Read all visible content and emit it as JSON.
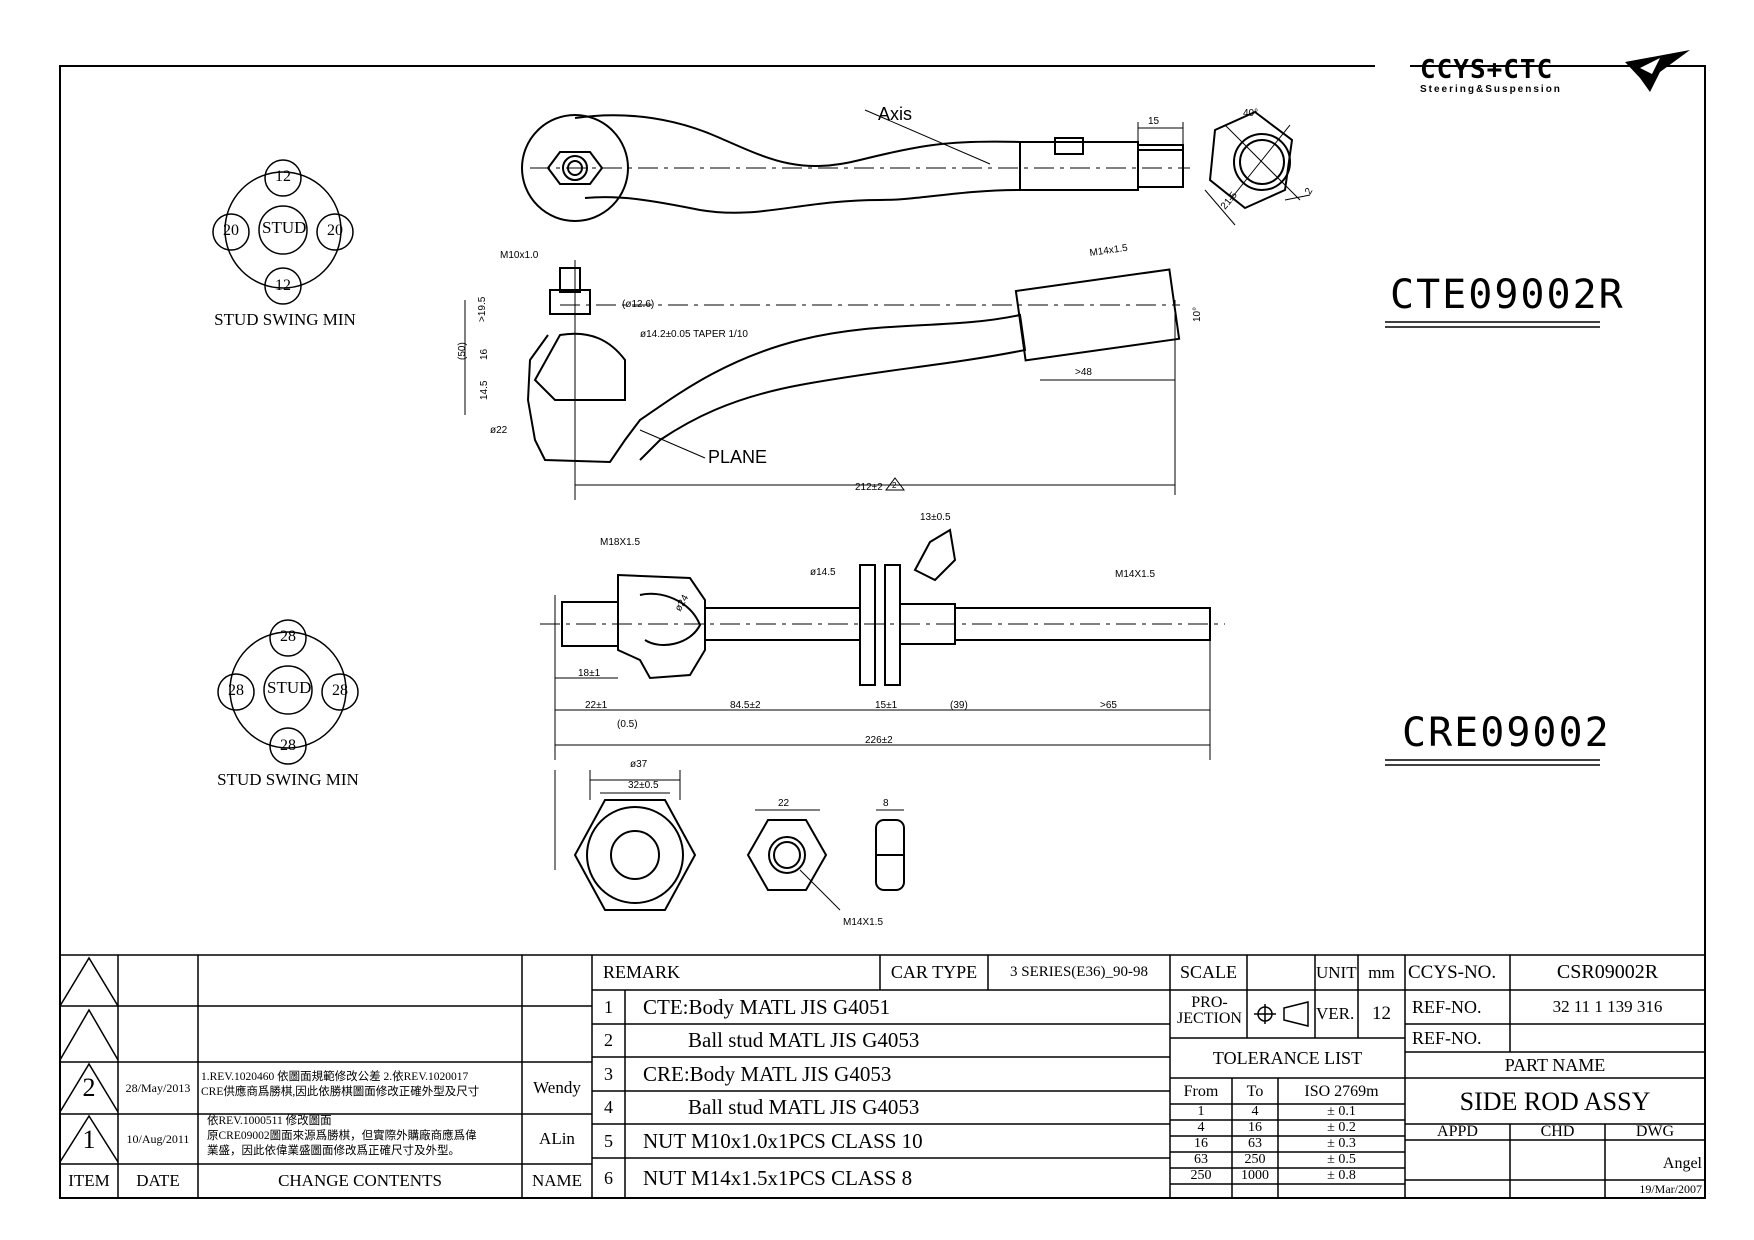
{
  "logo": {
    "brand": "CCYS+CTC",
    "tagline": "Steering&Suspension"
  },
  "part_codes": {
    "tie_rod_end": "CTE09002R",
    "rack_end": "CRE09002"
  },
  "swing": {
    "top": {
      "center": "STUD",
      "top": "12",
      "bottom": "12",
      "left": "20",
      "right": "20",
      "caption": "STUD SWING MIN"
    },
    "bottom": {
      "center": "STUD",
      "top": "28",
      "bottom": "28",
      "left": "28",
      "right": "28",
      "caption": "STUD SWING MIN"
    }
  },
  "drawing_labels": {
    "axis": "Axis",
    "plane": "PLANE",
    "m10": "M10x1.0",
    "m14": "M14x1.5",
    "d126": "(ø12.6)",
    "taper": "ø14.2±0.05 TAPER 1/10",
    "dim_195": ">19.5",
    "dim_50": "(50)",
    "dim_16": "16",
    "dim_145": "14.5",
    "d22": "ø22",
    "dim_48": ">48",
    "dim_10": "10°",
    "dim_212": "212±2",
    "rev_mark": "2",
    "dim_15": "15",
    "angle_40": "40°",
    "dim_215": "21.5",
    "dim_2": "2",
    "m18": "M18X1.5",
    "d145": "ø14.5",
    "d24": "ø24",
    "d13": "13±0.5",
    "m14b": "M14X1.5",
    "dim_18": "18±1",
    "dim_22": "22±1",
    "dim_05": "(0.5)",
    "dim_845": "84.5±2",
    "dim_15b": "15±1",
    "dim_39": "(39)",
    "dim_65": ">65",
    "dim_226": "226±2",
    "d37": "ø37",
    "d32": "32±0.5",
    "dim_22b": "22",
    "dim_8": "8",
    "m14c": "M14X1.5"
  },
  "revisions": {
    "rows": [
      {
        "item": "2",
        "date": "28/May/2013",
        "line1": "1.REV.1020460 依圖面規範修改公差 2.依REV.1020017",
        "line2": "CRE供應商爲勝棋,因此依勝棋圖面修改正確外型及尺寸",
        "name": "Wendy"
      },
      {
        "item": "1",
        "date": "10/Aug/2011",
        "line1": "依REV.1000511 修改圖面",
        "line2": "原CRE09002圖面來源爲勝棋，但實際外購廠商應爲偉",
        "line3": "業盛，因此依偉業盛圖面修改爲正確尺寸及外型。",
        "name": "ALin"
      }
    ],
    "headers": {
      "item": "ITEM",
      "date": "DATE",
      "change": "CHANGE CONTENTS",
      "name": "NAME"
    }
  },
  "remarks": {
    "header": "REMARK",
    "car_type_label": "CAR TYPE",
    "car_type": "3 SERIES(E36)_90-98",
    "items": [
      {
        "no": "1",
        "text": "CTE:Body MATL JIS G4051"
      },
      {
        "no": "2",
        "text": "Ball stud MATL JIS G4053"
      },
      {
        "no": "3",
        "text": "CRE:Body MATL JIS G4053"
      },
      {
        "no": "4",
        "text": "Ball stud MATL JIS G4053"
      },
      {
        "no": "5",
        "text": "NUT M10x1.0x1PCS CLASS 10"
      },
      {
        "no": "6",
        "text": "NUT M14x1.5x1PCS CLASS 8"
      }
    ]
  },
  "spec": {
    "scale": "SCALE",
    "unit_label": "UNIT",
    "unit": "mm",
    "projection_1": "PRO-",
    "projection_2": "JECTION",
    "ver_label": "VER.",
    "ver": "12",
    "tolerance_title": "TOLERANCE LIST",
    "tol_headers": [
      "From",
      "To",
      "ISO 2769m"
    ],
    "tolerances": [
      [
        "1",
        "4",
        "± 0.1"
      ],
      [
        "4",
        "16",
        "± 0.2"
      ],
      [
        "16",
        "63",
        "± 0.3"
      ],
      [
        "63",
        "250",
        "± 0.5"
      ],
      [
        "250",
        "1000",
        "± 0.8"
      ]
    ]
  },
  "title_block": {
    "ccys_label": "CCYS-NO.",
    "ccys_no": "CSR09002R",
    "ref_label": "REF-NO.",
    "ref_no": "32 11 1 139 316",
    "ref_label2": "REF-NO.",
    "ref_no2": "",
    "part_name_label": "PART NAME",
    "part_name": "SIDE ROD ASSY",
    "appd": "APPD",
    "chd": "CHD",
    "dwg": "DWG",
    "drawer": "Angel",
    "date": "19/Mar/2007"
  }
}
